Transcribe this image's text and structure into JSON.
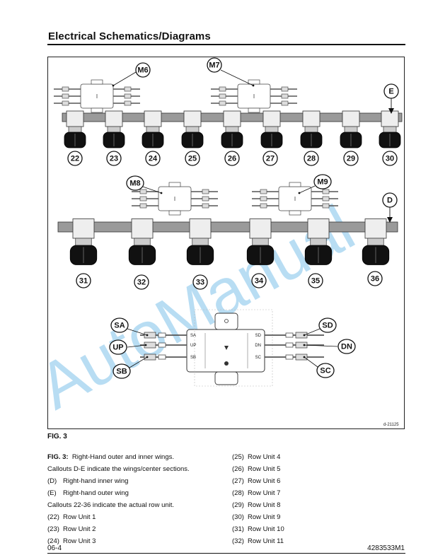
{
  "header": {
    "title": "Electrical Schematics/Diagrams"
  },
  "figure": {
    "callouts_top_modules": [
      "M6",
      "M7"
    ],
    "callouts_mid_modules": [
      "M8",
      "M9"
    ],
    "wing_e": "E",
    "wing_d": "D",
    "row_units_upper": [
      "22",
      "23",
      "24",
      "25",
      "26",
      "27",
      "28",
      "29",
      "30"
    ],
    "row_units_lower": [
      "31",
      "32",
      "33",
      "34",
      "35",
      "36"
    ],
    "connector_left": [
      "SA",
      "UP",
      "SB"
    ],
    "connector_right": [
      "SD",
      "DN",
      "SC"
    ],
    "module_labels_left": [
      "SA",
      "UP",
      "SB"
    ],
    "module_labels_right": [
      "SD",
      "DN",
      "SC"
    ],
    "drawing_id": "d-21125",
    "watermark": "AutoManual"
  },
  "fig_label": "FIG. 3",
  "caption": {
    "fig_ref": "FIG. 3:",
    "fig_text": "Right-Hand outer and inner wings.",
    "line_de": "Callouts D-E indicate the wings/center sections.",
    "items_de": [
      {
        "code": "(D)",
        "text": "Right-hand inner wing"
      },
      {
        "code": "(E)",
        "text": "Right-hand outer wing"
      }
    ],
    "line_rows": "Callouts 22-36 indicate the actual row unit.",
    "rows_left": [
      {
        "code": "(22)",
        "text": "Row Unit 1"
      },
      {
        "code": "(23)",
        "text": "Row Unit 2"
      },
      {
        "code": "(24)",
        "text": "Row Unit 3"
      }
    ],
    "rows_right": [
      {
        "code": "(25)",
        "text": "Row Unit 4"
      },
      {
        "code": "(26)",
        "text": "Row Unit 5"
      },
      {
        "code": "(27)",
        "text": "Row Unit 6"
      },
      {
        "code": "(28)",
        "text": "Row Unit 7"
      },
      {
        "code": "(29)",
        "text": "Row Unit 8"
      },
      {
        "code": "(30)",
        "text": "Row Unit 9"
      },
      {
        "code": "(31)",
        "text": "Row Unit 10"
      },
      {
        "code": "(32)",
        "text": "Row Unit 11"
      }
    ]
  },
  "footer": {
    "page": "06-4",
    "doc": "4283533M1"
  }
}
